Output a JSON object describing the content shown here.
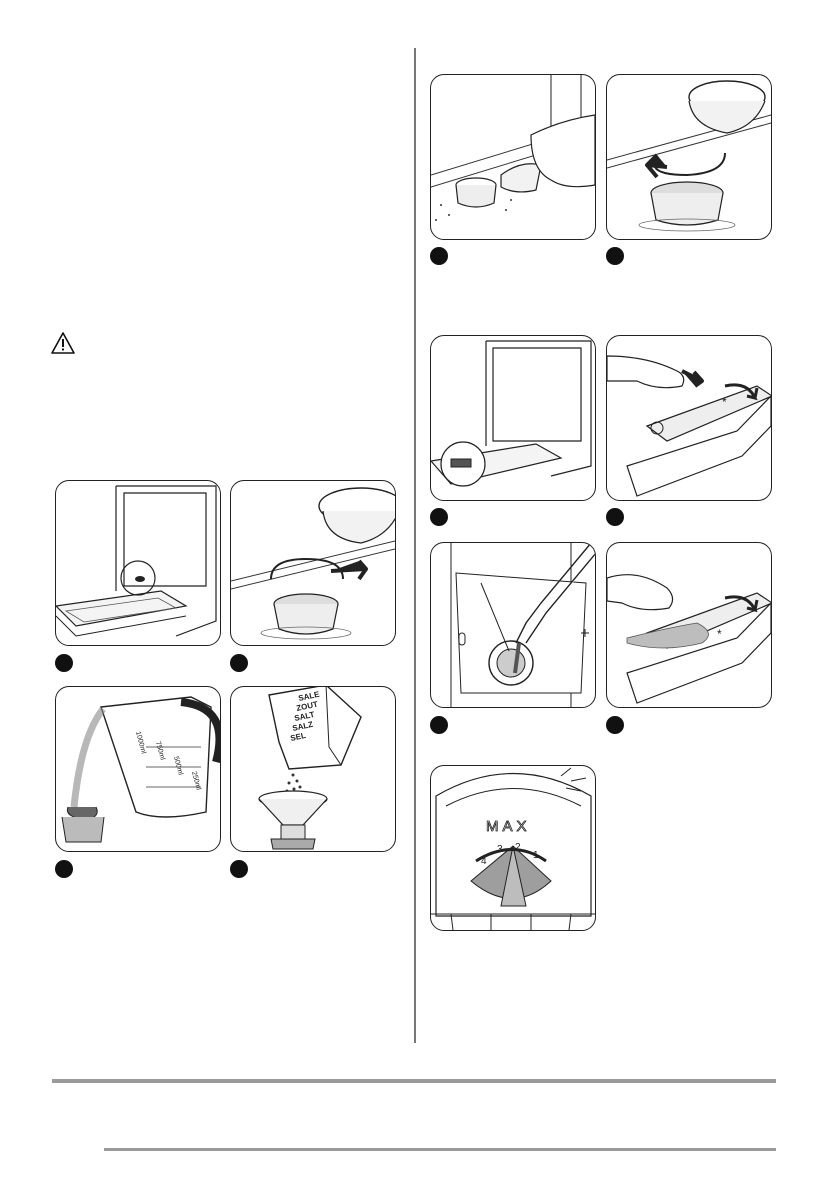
{
  "icons": {
    "warning": "warning-triangle-icon"
  },
  "salt_box": {
    "labels": [
      "SALE",
      "ZOUT",
      "SALT",
      "SALZ",
      "SEL"
    ]
  },
  "measuring_jug": {
    "marks": [
      "1000ml",
      "750ml",
      "500ml",
      "250ml"
    ]
  },
  "rinse_dial": {
    "label": "MAX",
    "numbers": [
      "4",
      "3",
      "2",
      "1"
    ]
  },
  "dispenser": {
    "symbol": "*"
  }
}
